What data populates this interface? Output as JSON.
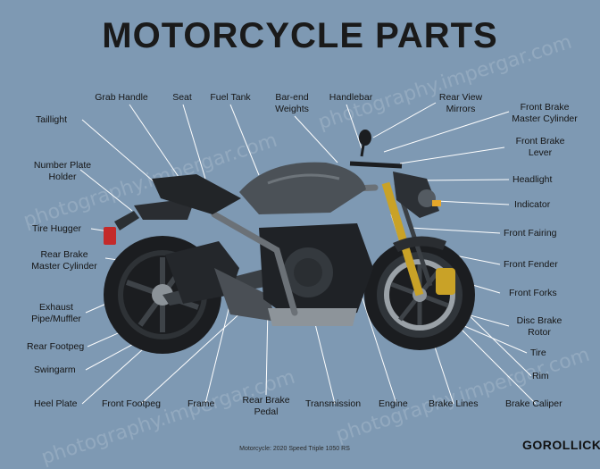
{
  "title": "MOTORCYCLE PARTS",
  "labels": {
    "grab_handle": "Grab Handle",
    "seat": "Seat",
    "fuel_tank": "Fuel Tank",
    "bar_end_weights": "Bar-end\nWeights",
    "handlebar": "Handlebar",
    "rear_view_mirrors": "Rear View\nMirrors",
    "front_brake_master_cylinder": "Front Brake\nMaster Cylinder",
    "taillight": "Taillight",
    "front_brake_lever": "Front Brake\nLever",
    "number_plate_holder": "Number Plate\nHolder",
    "headlight": "Headlight",
    "indicator": "Indicator",
    "tire_hugger": "Tire Hugger",
    "front_fairing": "Front Fairing",
    "rear_brake_master_cylinder": "Rear Brake\nMaster Cylinder",
    "front_fender": "Front Fender",
    "front_forks": "Front Forks",
    "exhaust_pipe_muffler": "Exhaust\nPipe/Muffler",
    "disc_brake_rotor": "Disc Brake\nRotor",
    "rear_footpeg": "Rear Footpeg",
    "tire": "Tire",
    "swingarm": "Swingarm",
    "rim": "Rim",
    "heel_plate": "Heel Plate",
    "front_footpeg": "Front Footpeg",
    "frame": "Frame",
    "rear_brake_pedal": "Rear Brake\nPedal",
    "transmission": "Transmission",
    "engine": "Engine",
    "brake_lines": "Brake Lines",
    "brake_caliper": "Brake Caliper"
  },
  "caption": "Motorcycle: 2020 Speed Triple 1050 RS",
  "brand": "GOROLLICK",
  "watermark": "photography.impergar.com",
  "colors": {
    "background": "#7e99b3",
    "leader_line": "#ffffff",
    "fork_gold": "#c9a227",
    "body_dark": "#2b2f33"
  }
}
